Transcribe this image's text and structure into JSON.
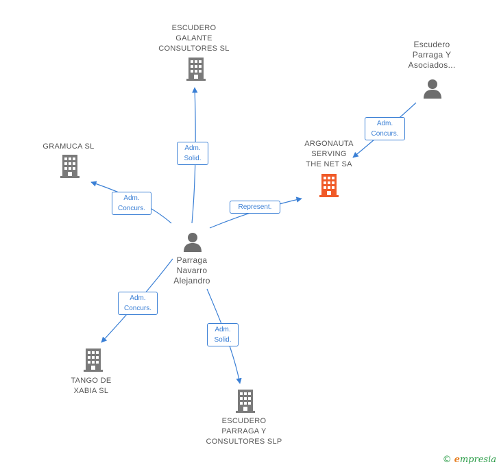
{
  "colors": {
    "edge": "#3a7fd5",
    "company_icon": "#7a7a7a",
    "highlight_icon": "#f05a28",
    "person_icon": "#6d6d6d",
    "label_text": "#555555"
  },
  "nodes": {
    "escudero_galante": {
      "name": "ESCUDERO\nGALANTE\nCONSULTORES SL",
      "type": "company",
      "icon": "building-icon"
    },
    "escudero_parraga_asociados": {
      "name": "Escudero\nParraga Y\nAsociados...",
      "type": "person",
      "icon": "person-icon"
    },
    "gramuca": {
      "name": "GRAMUCA SL",
      "type": "company",
      "icon": "building-icon"
    },
    "argonauta": {
      "name": "ARGONAUTA\nSERVING\nTHE NET SA",
      "type": "company",
      "highlighted": true,
      "icon": "building-icon"
    },
    "parraga_navarro": {
      "name": "Parraga\nNavarro\nAlejandro",
      "type": "person",
      "icon": "person-icon"
    },
    "tango_xabia": {
      "name": "TANGO DE\nXABIA  SL",
      "type": "company",
      "icon": "building-icon"
    },
    "escudero_parraga_consultores": {
      "name": "ESCUDERO\nPARRAGA Y\nCONSULTORES SLP",
      "type": "company",
      "icon": "building-icon"
    }
  },
  "edges": [
    {
      "id": "e1",
      "from": "parraga_navarro",
      "to": "escudero_galante",
      "label": "Adm.\nSolid."
    },
    {
      "id": "e2",
      "from": "parraga_navarro",
      "to": "gramuca",
      "label": "Adm.\nConcurs."
    },
    {
      "id": "e3",
      "from": "parraga_navarro",
      "to": "argonauta",
      "label": "Represent."
    },
    {
      "id": "e4",
      "from": "escudero_parraga_asociados",
      "to": "argonauta",
      "label": "Adm.\nConcurs."
    },
    {
      "id": "e5",
      "from": "parraga_navarro",
      "to": "tango_xabia",
      "label": "Adm.\nConcurs."
    },
    {
      "id": "e6",
      "from": "parraga_navarro",
      "to": "escudero_parraga_consultores",
      "label": "Adm.\nSolid."
    }
  ],
  "footer": {
    "copyright_symbol": "©",
    "brand_first": "e",
    "brand_rest": "mpresia"
  }
}
